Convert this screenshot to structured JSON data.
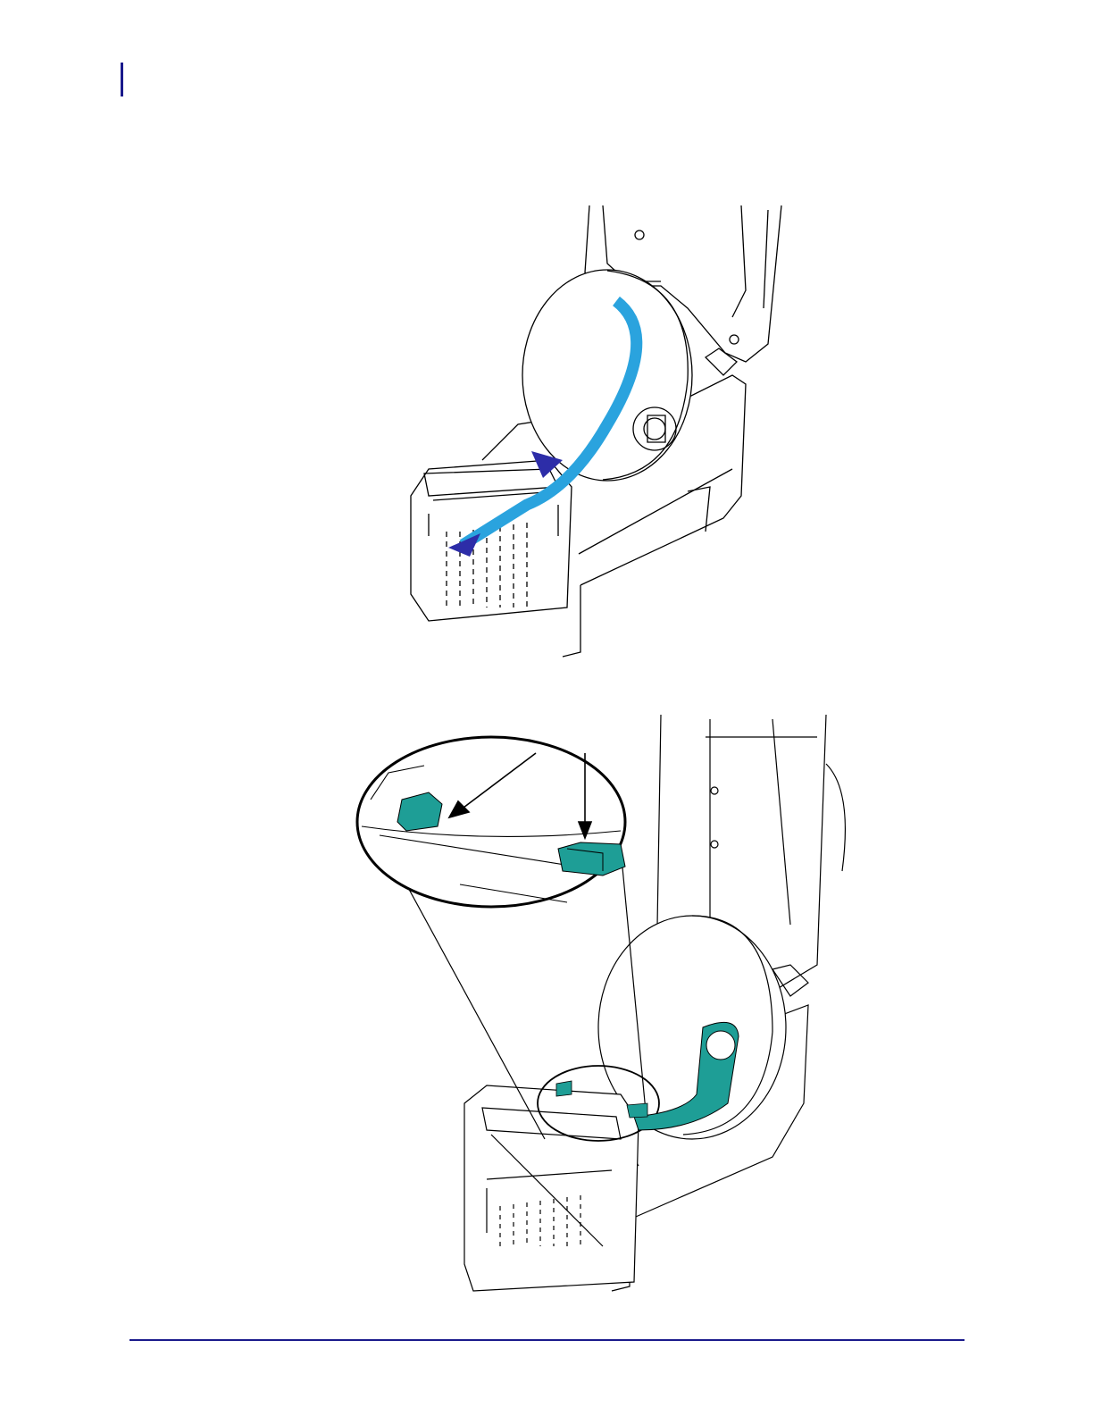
{
  "page": {
    "accent_color": "#1a1a8c",
    "media_path_color": "#2aa3de",
    "arrow_color": "#2d2da8",
    "guide_color": "#1e9e96"
  },
  "figures": [
    {
      "name": "media-path-figure",
      "icons": [
        "printer-open-cover",
        "media-roll",
        "media-path-arrow"
      ]
    },
    {
      "name": "media-guides-figure",
      "icons": [
        "printer-open-cover",
        "media-roll",
        "magnifier-callout",
        "media-guide-left",
        "media-guide-right",
        "roll-holder"
      ]
    }
  ]
}
